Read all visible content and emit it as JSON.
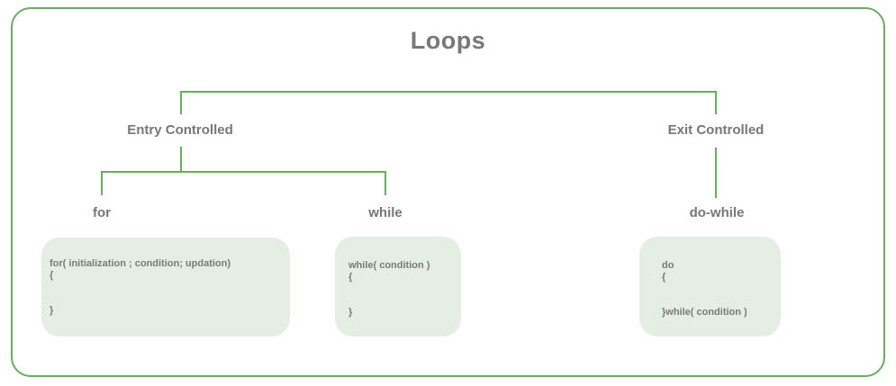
{
  "title": "Loops",
  "tree": {
    "root_label": "Loops",
    "level1": [
      {
        "label": "Entry Controlled",
        "children": [
          "for",
          "while"
        ]
      },
      {
        "label": "Exit Controlled",
        "children": [
          "do-while"
        ]
      }
    ]
  },
  "labels": {
    "entry": "Entry Controlled",
    "exit": "Exit Controlled",
    "for": "for",
    "while": "while",
    "do_while": "do-while"
  },
  "code": {
    "for": "for( initialization ; condition; updation)\n{\n\n\n}",
    "while": "while( condition )\n{\n\n\n}",
    "do_while": "do\n{\n\n\n}while( condition )"
  },
  "colors": {
    "connector_green": "#68ad60",
    "frame_green": "#68ad60",
    "code_box_fill": "#e4eee2",
    "label_gray": "#777777",
    "code_text_gray": "#7b7b73"
  }
}
